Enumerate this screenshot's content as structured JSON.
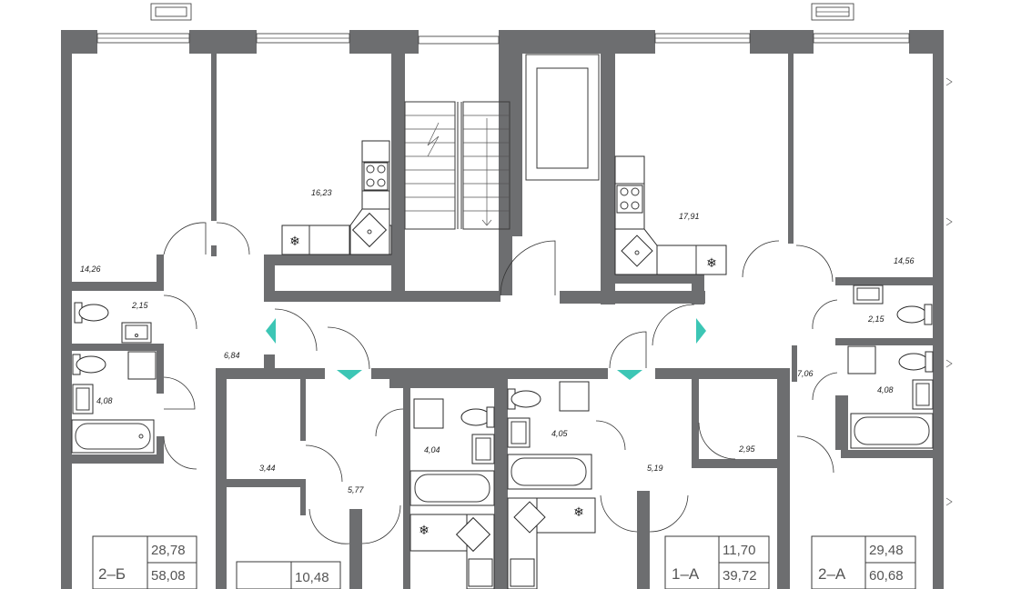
{
  "accent_color": "#3cc6b5",
  "wall_color": "#6d6e70",
  "rooms": {
    "living_tl": "14,26",
    "kitchen_tl": "16,23",
    "hall_l": "6,84",
    "wc_l": "2,15",
    "bath_l": "4,08",
    "kitchen_tr": "17,91",
    "living_tr": "14,56",
    "wc_r": "2,15",
    "bath_r": "4,08",
    "hall_r": "7,06",
    "store_cl": "3,44",
    "hall_cl": "5,77",
    "bath_cl": "4,04",
    "bath_cr": "4,05",
    "hall_cr": "5,19",
    "store_cr": "2,95"
  },
  "apartments": [
    {
      "code": "2–Б",
      "living": "28,78",
      "total": "58,08"
    },
    {
      "code": "",
      "living": "10,48",
      "total": ""
    },
    {
      "code": "1–А",
      "living": "11,70",
      "total": "39,72"
    },
    {
      "code": "2–А",
      "living": "29,48",
      "total": "60,68"
    }
  ],
  "icons": [
    "snowflake-icon",
    "stove-icon",
    "sink-icon",
    "toilet-icon",
    "bathtub-icon",
    "washer-icon"
  ]
}
